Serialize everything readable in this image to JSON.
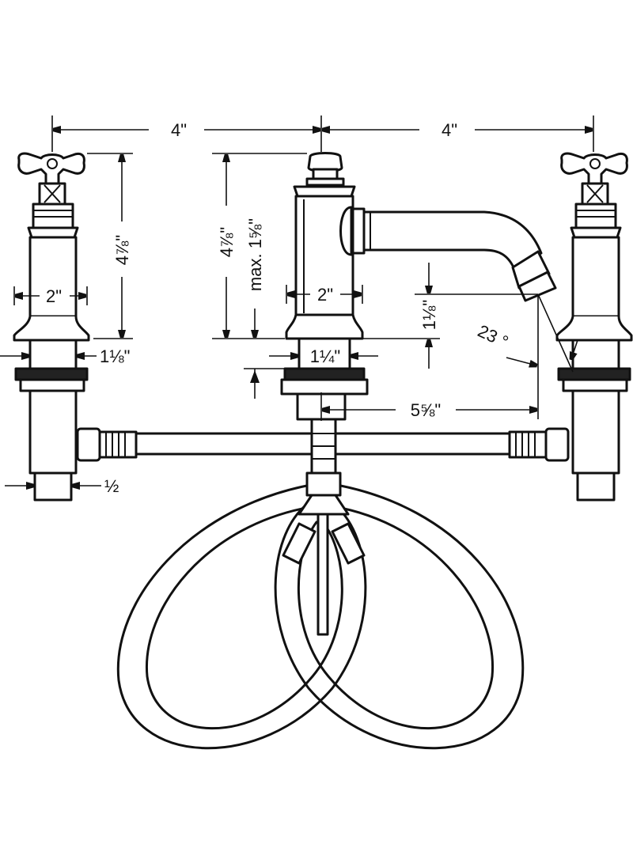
{
  "diagram": {
    "dimensions": {
      "left_spacing": "4\"",
      "right_spacing": "4\"",
      "handle_height": "4⅞\"",
      "handle_base_width": "2\"",
      "handle_shank_width": "1⅛\"",
      "handle_supply_width": "½",
      "spout_height": "4⅞\"",
      "spout_max_deck": "max. 1⅝\"",
      "spout_base_width": "2\"",
      "spout_shank_width": "1¼\"",
      "aerator_clearance": "1⅛\"",
      "spout_angle": "23 °",
      "spout_reach": "5⅝\""
    },
    "colors": {
      "line": "#111111",
      "background": "#ffffff"
    }
  }
}
